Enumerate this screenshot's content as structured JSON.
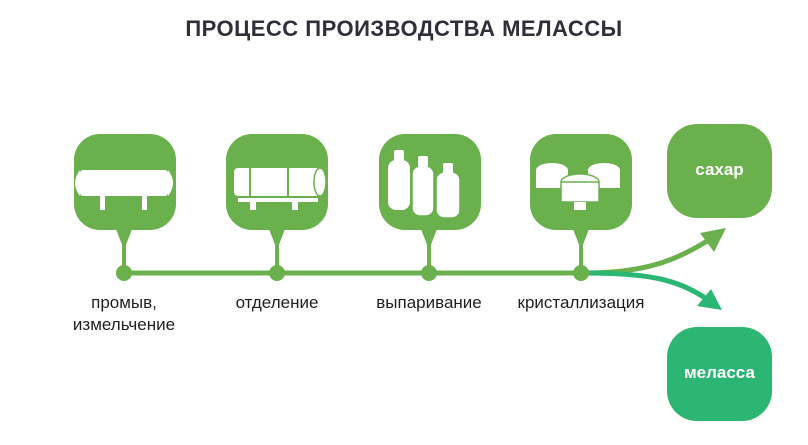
{
  "title": "ПРОЦЕСС ПРОИЗВОДСТВА МЕЛАССЫ",
  "stages": [
    {
      "label_line1": "промыв,",
      "label_line2": "измельчение",
      "icon": "washer-tank-icon"
    },
    {
      "label_line1": "отделение",
      "label_line2": "",
      "icon": "separator-drum-icon"
    },
    {
      "label_line1": "выпаривание",
      "label_line2": "",
      "icon": "evaporator-tanks-icon"
    },
    {
      "label_line1": "кристаллизация",
      "label_line2": "",
      "icon": "crystallizer-tanks-icon"
    }
  ],
  "outputs": [
    {
      "label": "сахар",
      "color": "#6ab04c"
    },
    {
      "label": "меласса",
      "color": "#2bb673"
    }
  ],
  "colors": {
    "stage_green": "#6ab04c",
    "molasses_green": "#2bb673",
    "title": "#2f2f3a"
  }
}
